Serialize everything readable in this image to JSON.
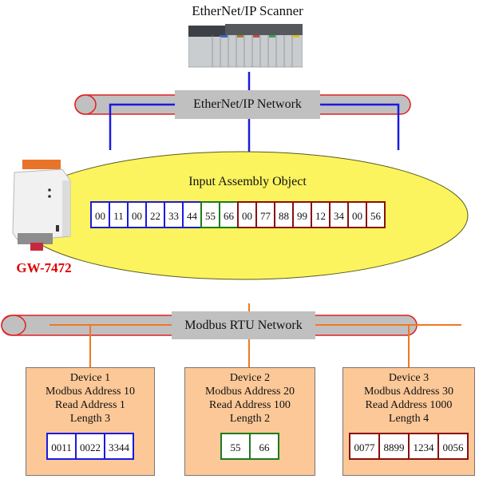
{
  "scanner": {
    "title": "EtherNet/IP Scanner",
    "icon": "plc-rack-icon"
  },
  "ethernet_network": {
    "label": "EtherNet/IP Network",
    "line_color": "#1a1adf",
    "tube_outline": "#e02020",
    "tube_fill": "#c0c0c0"
  },
  "modbus_network": {
    "label": "Modbus RTU Network",
    "line_color": "#f07820",
    "tube_outline": "#e02020",
    "tube_fill": "#c0c0c0"
  },
  "gateway": {
    "model": "GW-7472",
    "icon": "gateway-device-icon",
    "label_color": "#e00000"
  },
  "input_assembly": {
    "title": "Input Assembly Object",
    "fill": "#fbf45e",
    "bytes": [
      {
        "value": "00",
        "group": "blue"
      },
      {
        "value": "11",
        "group": "blue"
      },
      {
        "value": "00",
        "group": "blue"
      },
      {
        "value": "22",
        "group": "blue"
      },
      {
        "value": "33",
        "group": "blue"
      },
      {
        "value": "44",
        "group": "blue"
      },
      {
        "value": "55",
        "group": "green"
      },
      {
        "value": "66",
        "group": "green"
      },
      {
        "value": "00",
        "group": "red"
      },
      {
        "value": "77",
        "group": "red"
      },
      {
        "value": "88",
        "group": "red"
      },
      {
        "value": "99",
        "group": "red"
      },
      {
        "value": "12",
        "group": "red"
      },
      {
        "value": "34",
        "group": "red"
      },
      {
        "value": "00",
        "group": "red"
      },
      {
        "value": "56",
        "group": "red"
      }
    ]
  },
  "group_colors": {
    "blue": "#1a1adf",
    "green": "#1c7c1c",
    "red": "#8a0f0f"
  },
  "devices": [
    {
      "name": "Device 1",
      "modbus_address": "Modbus Address 10",
      "read_address": "Read Address 1",
      "length": "Length 3",
      "group": "blue",
      "registers": [
        "0011",
        "0022",
        "3344"
      ]
    },
    {
      "name": "Device 2",
      "modbus_address": "Modbus Address 20",
      "read_address": "Read Address 100",
      "length": "Length 2",
      "group": "green",
      "registers": [
        "55",
        "66"
      ]
    },
    {
      "name": "Device 3",
      "modbus_address": "Modbus Address 30",
      "read_address": "Read Address 1000",
      "length": "Length 4",
      "group": "red",
      "registers": [
        "0077",
        "8899",
        "1234",
        "0056"
      ]
    }
  ]
}
